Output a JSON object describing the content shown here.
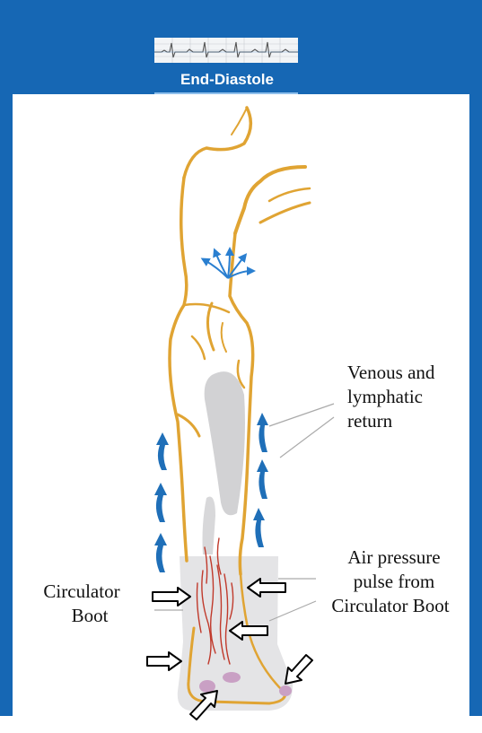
{
  "header": {
    "title": "End-Diastole",
    "ecg_strip_icon": "ecg-strip"
  },
  "labels": {
    "venous_return": [
      "Venous and",
      "lymphatic",
      "return"
    ],
    "circulator_boot": [
      "Circulator",
      "Boot"
    ],
    "air_pressure": [
      "Air pressure",
      "pulse from",
      "Circulator Boot"
    ]
  },
  "colors": {
    "frame_blue": "#1667b4",
    "vessel_orange": "#e0a433",
    "flow_arrow_blue": "#1f6fb8",
    "capillary_red": "#c0392b",
    "boot_gray": "#e4e4e6",
    "pressure_pad_pink": "#c9a0c4"
  }
}
